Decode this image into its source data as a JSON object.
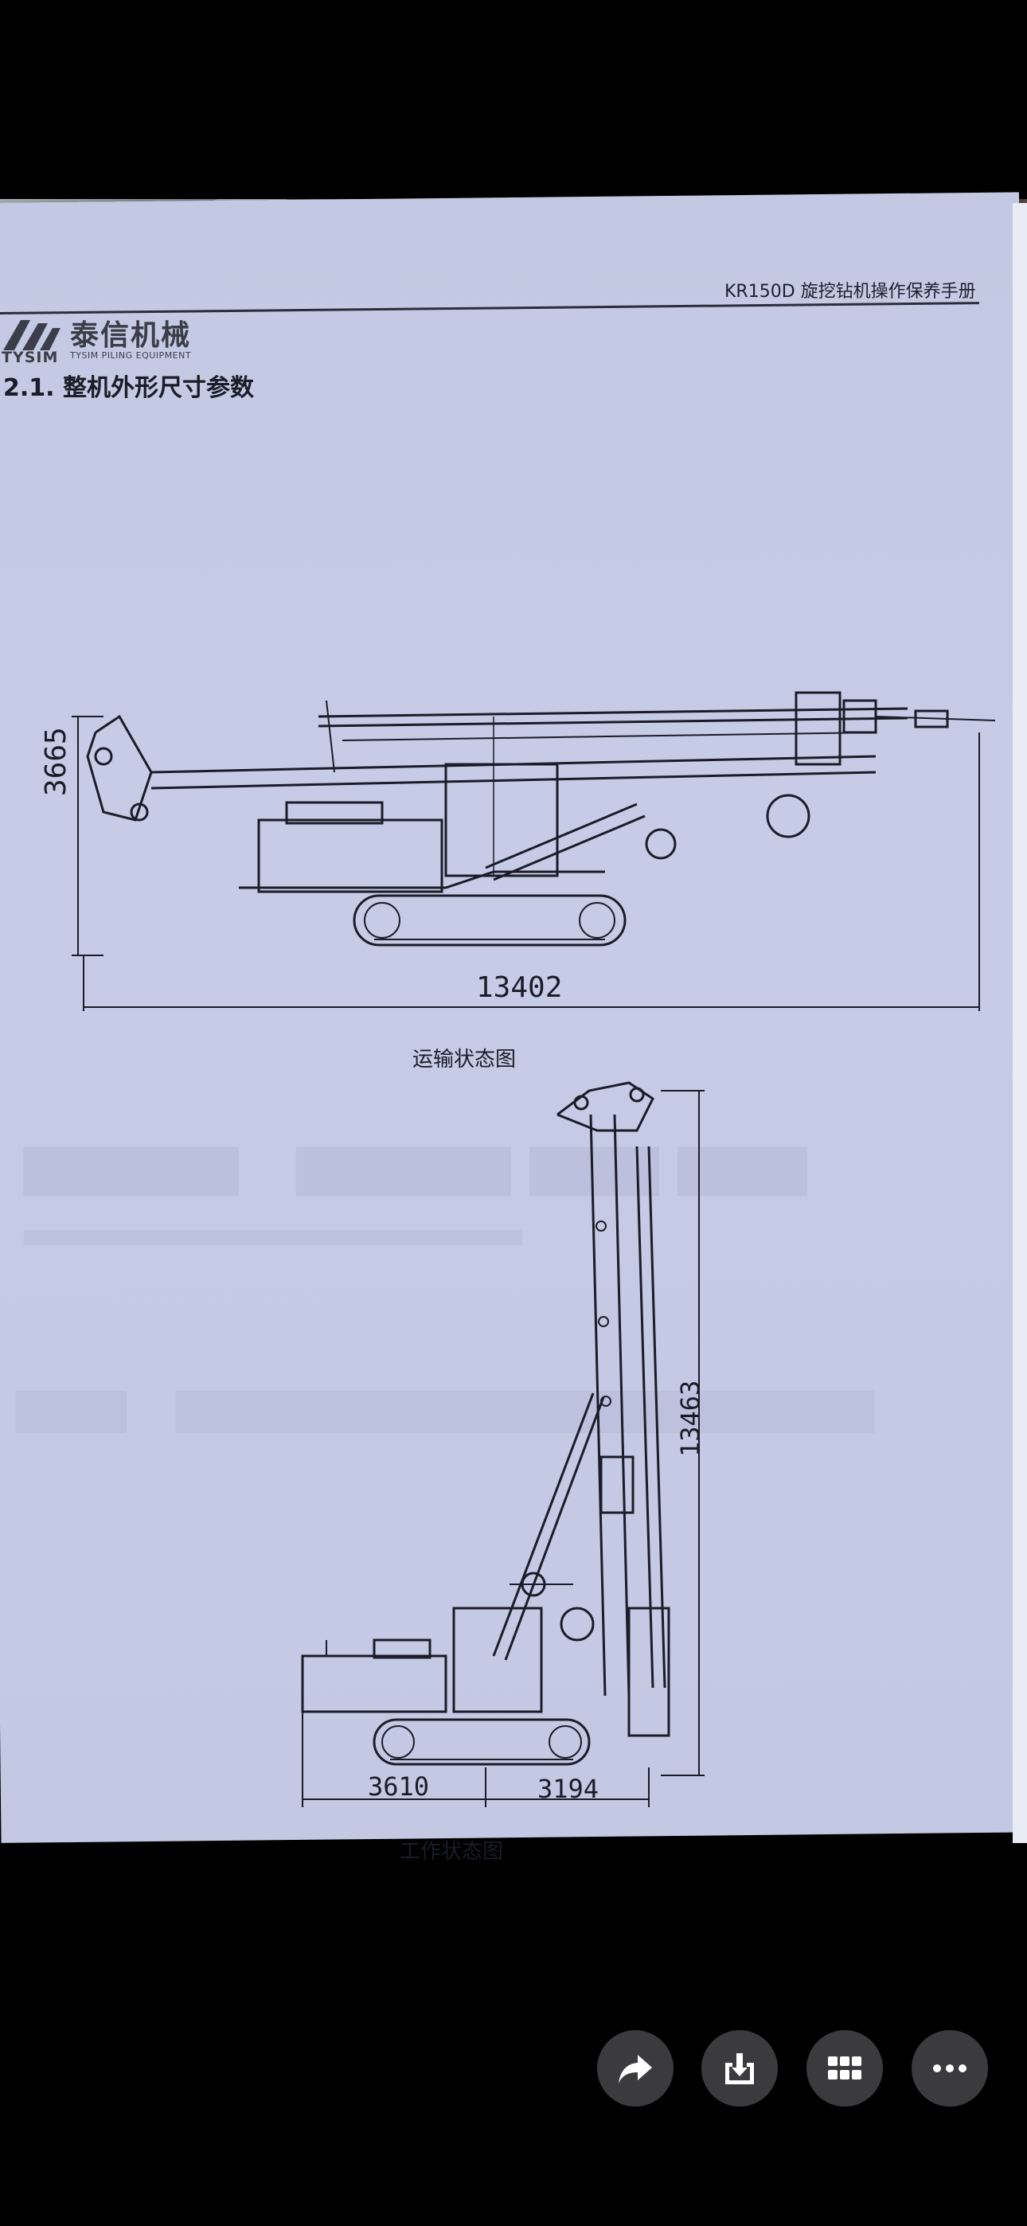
{
  "document": {
    "header_title": "KR150D 旋挖钻机操作保养手册",
    "logo_cn": "泰信机械",
    "logo_brand": "TYSIM",
    "logo_subtitle": "TYSIM PILING EQUIPMENT",
    "section_title": "2.1.  整机外形尺寸参数",
    "transport": {
      "caption": "运输状态图",
      "height_dim": "3665",
      "length_dim": "13402"
    },
    "work": {
      "caption": "工作状态图",
      "height_dim": "13463",
      "left_dim": "3610",
      "right_dim": "3194"
    }
  },
  "toolbar": {
    "buttons": [
      {
        "icon": "share-icon"
      },
      {
        "icon": "download-icon"
      },
      {
        "icon": "grid-icon"
      },
      {
        "icon": "more-icon"
      }
    ]
  },
  "colors": {
    "paper": "#c4cae4",
    "ink": "#1a1c28",
    "button_bg": "#3b3b3d",
    "background": "#000000"
  }
}
